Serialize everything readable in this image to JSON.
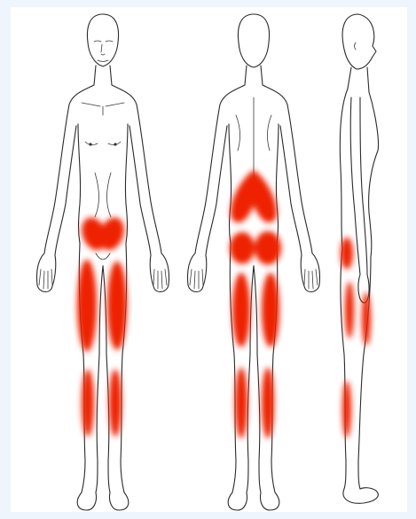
{
  "figure": {
    "views": [
      "front",
      "back",
      "side"
    ],
    "pain_color": "#ee2200",
    "outline_color": "#2a2a2a",
    "background_color": "#eef5fc"
  }
}
